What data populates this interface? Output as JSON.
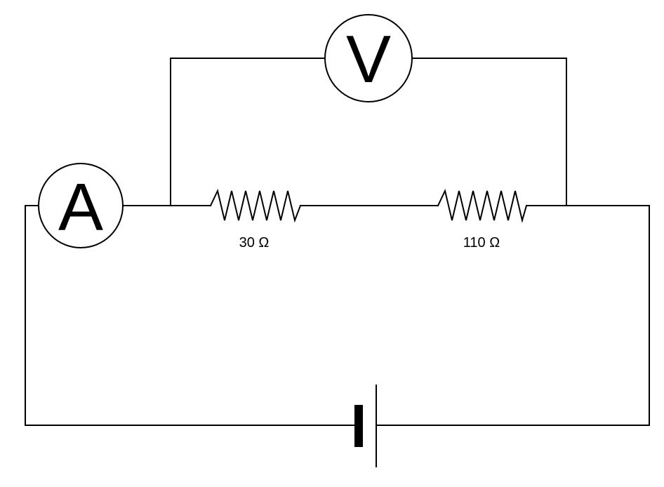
{
  "ammeter": {
    "symbol": "A"
  },
  "voltmeter": {
    "symbol": "V"
  },
  "resistors": [
    {
      "label": "30 Ω"
    },
    {
      "label": "110 Ω"
    }
  ],
  "colors": {
    "stroke": "#000000",
    "background": "#ffffff"
  }
}
